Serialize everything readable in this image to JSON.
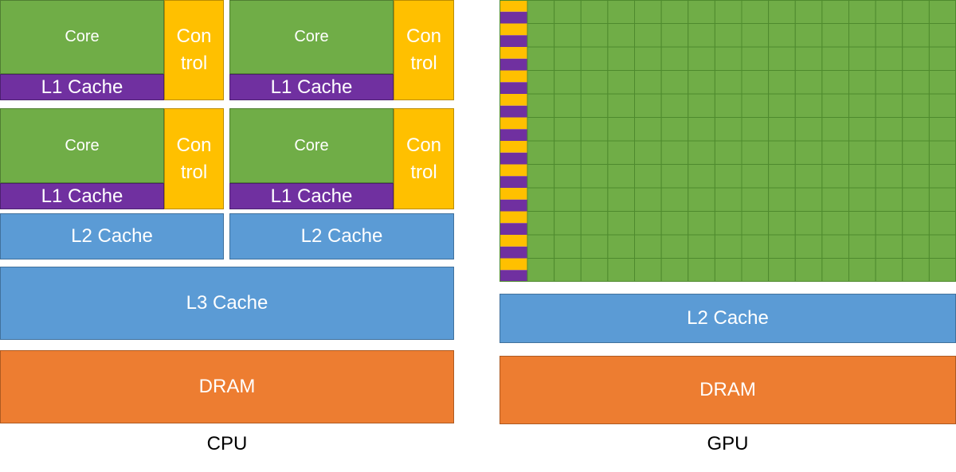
{
  "cpu": {
    "caption": "CPU",
    "core_label": "Core",
    "control_label_line1": "Con",
    "control_label_line2": "trol",
    "l1_label": "L1 Cache",
    "l2_label": "L2 Cache",
    "l3_label": "L3 Cache",
    "dram_label": "DRAM"
  },
  "gpu": {
    "caption": "GPU",
    "l2_label": "L2 Cache",
    "dram_label": "DRAM"
  },
  "colors": {
    "core_green": "#70ad47",
    "control_yellow": "#ffc000",
    "l1_purple": "#7030a0",
    "cache_blue": "#5b9bd5",
    "dram_orange": "#ed7d31"
  }
}
